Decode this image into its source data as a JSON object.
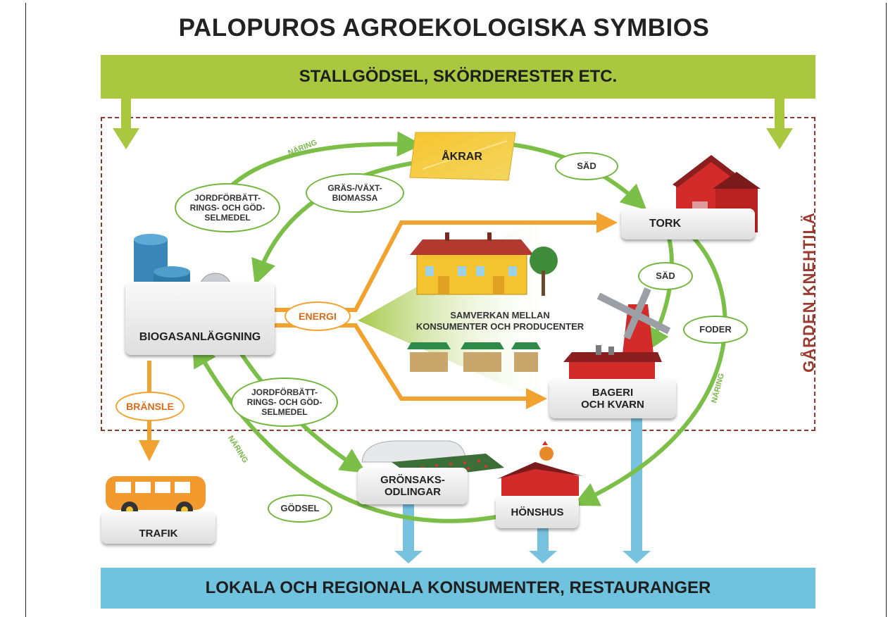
{
  "title": "PALOPUROS AGROEKOLOGISKA SYMBIOS",
  "top_band": "STALLGÖDSEL, SKÖRDERESTER ETC.",
  "bottom_band": "LOKALA OCH REGIONALA KONSUMENTER, RESTAURANGER",
  "farm_label": "GÅRDEN KNEHTILÄ",
  "nodes": {
    "akrar": "ÅKRAR",
    "tork": "TORK",
    "biogas": "BIOGASANLÄGGNING",
    "cooperation_1": "SAMVERKAN MELLAN",
    "cooperation_2": "KONSUMENTER OCH PRODUCENTER",
    "bageri_1": "BAGERI",
    "bageri_2": "OCH KVARN",
    "gronsaks_1": "GRÖNSAKS-",
    "gronsaks_2": "ODLINGAR",
    "honshus": "HÖNSHUS",
    "trafik": "TRAFIK"
  },
  "flow_labels": {
    "sad_top": "SÄD",
    "sad_mid": "SÄD",
    "foder": "FODER",
    "energi": "ENERGI",
    "bransle": "BRÄNSLE",
    "godsel": "GÖDSEL",
    "gras_1": "GRÄS-/VÄXT-",
    "gras_2": "BIOMASSA",
    "jord_top_1": "JORDFÖRBÄTT-",
    "jord_top_2": "RINGS- OCH GÖD-",
    "jord_top_3": "SELMEDEL",
    "jord_bot_1": "JORDFÖRBÄTT-",
    "jord_bot_2": "RINGS- OCH GÖD-",
    "jord_bot_3": "SELMEDEL",
    "naring_top": "NÄRING",
    "naring_right": "NÄRING",
    "naring_left": "NÄRING"
  },
  "colors": {
    "green_flow": "#7cbf48",
    "orange_flow": "#f2a22e",
    "blue_flow": "#77c3df",
    "farm_border": "#8b3a30"
  }
}
